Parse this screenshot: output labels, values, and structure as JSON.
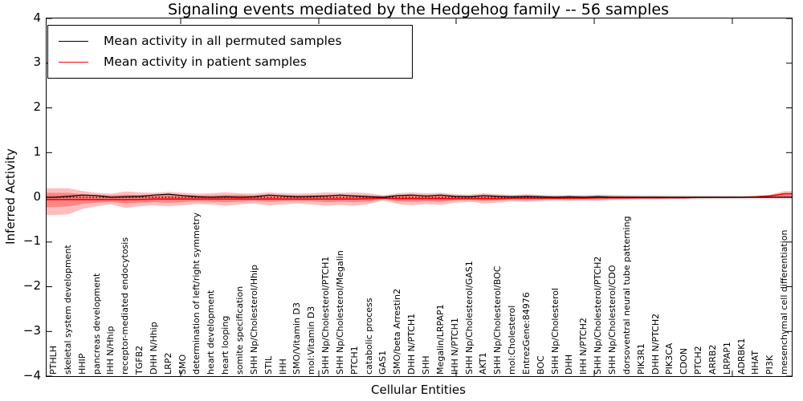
{
  "colors": {
    "permuted_line": "#000000",
    "patient_line": "#ff0000",
    "patient_band_outer": "rgba(255,40,40,0.30)",
    "patient_band_inner": "rgba(255,40,40,0.38)",
    "permuted_band": "#e9e9e9",
    "frame": "#000000"
  },
  "chart_data": {
    "type": "line",
    "title": "Signaling events mediated by the Hedgehog family -- 56 samples",
    "xlabel": "Cellular Entities",
    "ylabel": "Inferred Activity",
    "ylim": [
      -4,
      4
    ],
    "yticks": [
      "4",
      "3",
      "2",
      "1",
      "0",
      "−1",
      "−2",
      "−3",
      "−4"
    ],
    "grid": false,
    "legend_position": "upper left",
    "zero_line": "dotted",
    "categories": [
      "PTHLH",
      "skeletal system development",
      "HHIP",
      "pancreas development",
      "IHH N/Hhip",
      "receptor-mediated endocytosis",
      "TGFB2",
      "DHH N/Hhip",
      "LRP2",
      "SMO",
      "determination of left/right symmetry",
      "heart development",
      "heart looping",
      "somite specification",
      "SHH Np/Cholesterol/Hhip",
      "STIL",
      "IHH",
      "SMO/Vitamin D3",
      "mol:Vitamin D3",
      "SHH Np/Cholesterol/PTCH1",
      "SHH Np/Cholesterol/Megalin",
      "PTCH1",
      "catabolic process",
      "GAS1",
      "SMO/beta Arrestin2",
      "DHH N/PTCH1",
      "SHH",
      "Megalin/LRPAP1",
      "IHH N/PTCH1",
      "SHH Np/Cholesterol/GAS1",
      "AKT1",
      "SHH Np/Cholesterol/BOC",
      "mol:Cholesterol",
      "EntrezGene:84976",
      "BOC",
      "SHH Np/Cholesterol",
      "DHH",
      "IHH N/PTCH2",
      "SHH Np/Cholesterol/PTCH2",
      "SHH Np/Cholesterol/CDO",
      "dorsoventral neural tube patterning",
      "PIK3R1",
      "DHH N/PTCH2",
      "PIK3CA",
      "CDON",
      "PTCH2",
      "ARRB2",
      "LRPAP1",
      "ADRBK1",
      "HHAT",
      "PI3K",
      "mesenchymal cell differentiation"
    ],
    "series": [
      {
        "name": "Mean activity in all permuted samples",
        "color": "#000000",
        "values": [
          0.0,
          0.02,
          0.05,
          0.04,
          0.0,
          0.01,
          0.02,
          0.05,
          0.07,
          0.04,
          0.01,
          0.0,
          0.01,
          0.0,
          0.01,
          0.05,
          0.03,
          0.01,
          0.02,
          0.03,
          0.05,
          0.03,
          0.01,
          0.0,
          0.04,
          0.05,
          0.03,
          0.05,
          0.02,
          0.01,
          0.04,
          0.02,
          0.01,
          0.02,
          0.01,
          0.0,
          0.01,
          0.0,
          0.01,
          0.0,
          0.0,
          0.0,
          0.0,
          0.0,
          0.0,
          0.0,
          0.0,
          0.0,
          0.0,
          0.0,
          0.0,
          0.0
        ]
      },
      {
        "name": "Mean activity in patient samples",
        "color": "#ff0000",
        "values": [
          -0.05,
          -0.05,
          -0.05,
          -0.05,
          -0.05,
          -0.05,
          -0.05,
          -0.04,
          -0.04,
          -0.04,
          -0.04,
          -0.04,
          -0.04,
          -0.04,
          -0.04,
          -0.04,
          -0.04,
          -0.04,
          -0.04,
          -0.04,
          -0.04,
          -0.04,
          -0.03,
          -0.02,
          -0.03,
          -0.03,
          -0.03,
          -0.03,
          -0.03,
          -0.03,
          -0.03,
          -0.03,
          -0.02,
          -0.02,
          -0.02,
          -0.02,
          -0.02,
          -0.02,
          -0.01,
          -0.01,
          -0.01,
          -0.01,
          -0.01,
          -0.01,
          -0.01,
          0.0,
          0.0,
          0.0,
          0.0,
          0.01,
          0.03,
          0.08
        ]
      }
    ],
    "bands": {
      "patient_outer": {
        "upper": [
          0.2,
          0.2,
          0.14,
          0.1,
          0.08,
          0.13,
          0.11,
          0.1,
          0.12,
          0.1,
          0.08,
          0.09,
          0.11,
          0.09,
          0.08,
          0.11,
          0.09,
          0.08,
          0.09,
          0.11,
          0.1,
          0.11,
          0.09,
          0.04,
          0.09,
          0.11,
          0.09,
          0.1,
          0.07,
          0.06,
          0.09,
          0.07,
          0.05,
          0.07,
          0.05,
          0.04,
          0.05,
          0.04,
          0.06,
          0.05,
          0.04,
          0.03,
          0.03,
          0.025,
          0.025,
          0.02,
          0.02,
          0.015,
          0.015,
          0.02,
          0.06,
          0.14
        ],
        "lower": [
          -0.4,
          -0.38,
          -0.26,
          -0.2,
          -0.16,
          -0.24,
          -0.2,
          -0.18,
          -0.2,
          -0.18,
          -0.15,
          -0.16,
          -0.19,
          -0.16,
          -0.14,
          -0.18,
          -0.16,
          -0.14,
          -0.16,
          -0.19,
          -0.17,
          -0.19,
          -0.15,
          -0.07,
          -0.15,
          -0.18,
          -0.15,
          -0.17,
          -0.12,
          -0.1,
          -0.14,
          -0.12,
          -0.09,
          -0.1,
          -0.08,
          -0.07,
          -0.08,
          -0.07,
          -0.08,
          -0.06,
          -0.05,
          -0.04,
          -0.04,
          -0.03,
          -0.03,
          -0.025,
          -0.02,
          -0.02,
          -0.015,
          -0.01,
          -0.01,
          -0.01
        ]
      },
      "patient_inner": {
        "upper": [
          0.1,
          0.1,
          0.07,
          0.05,
          0.04,
          0.06,
          0.05,
          0.05,
          0.06,
          0.05,
          0.04,
          0.04,
          0.05,
          0.05,
          0.04,
          0.05,
          0.04,
          0.04,
          0.04,
          0.05,
          0.05,
          0.05,
          0.04,
          0.02,
          0.04,
          0.05,
          0.04,
          0.05,
          0.03,
          0.03,
          0.04,
          0.03,
          0.02,
          0.03,
          0.02,
          0.02,
          0.02,
          0.02,
          0.03,
          0.02,
          0.02,
          0.015,
          0.015,
          0.01,
          0.01,
          0.01,
          0.01,
          0.008,
          0.008,
          0.01,
          0.03,
          0.08
        ],
        "lower": [
          -0.22,
          -0.2,
          -0.15,
          -0.12,
          -0.1,
          -0.14,
          -0.12,
          -0.11,
          -0.12,
          -0.11,
          -0.09,
          -0.1,
          -0.11,
          -0.1,
          -0.08,
          -0.1,
          -0.09,
          -0.08,
          -0.09,
          -0.11,
          -0.1,
          -0.11,
          -0.09,
          -0.04,
          -0.09,
          -0.1,
          -0.09,
          -0.1,
          -0.07,
          -0.06,
          -0.08,
          -0.07,
          -0.05,
          -0.06,
          -0.05,
          -0.04,
          -0.05,
          -0.04,
          -0.04,
          -0.03,
          -0.03,
          -0.02,
          -0.02,
          -0.015,
          -0.015,
          -0.01,
          -0.01,
          -0.008,
          -0.008,
          -0.005,
          -0.005,
          -0.005
        ]
      },
      "permuted": {
        "upper": 0.05,
        "lower": -0.05
      }
    }
  }
}
